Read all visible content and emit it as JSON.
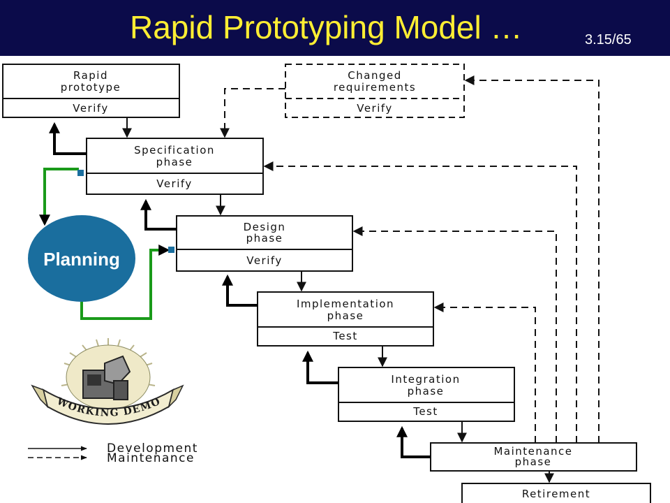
{
  "slide": {
    "title": "Rapid Prototyping Model …",
    "page_number": "3.15/65"
  },
  "diagram": {
    "rapid_prototype": {
      "name": "Rapid\nprototype",
      "check": "Verify"
    },
    "changed_requirements": {
      "name": "Changed\nrequirements",
      "check": "Verify"
    },
    "specification": {
      "name": "Specification\nphase",
      "check": "Verify"
    },
    "design": {
      "name": "Design\nphase",
      "check": "Verify"
    },
    "implementation": {
      "name": "Implementation\nphase",
      "check": "Test"
    },
    "integration": {
      "name": "Integration\nphase",
      "check": "Test"
    },
    "maintenance": {
      "name": "Maintenance\nphase"
    },
    "retirement": {
      "name": "Retirement"
    },
    "planning_label": "Planning",
    "badge_text": "WORKING DEMO",
    "legend": {
      "development": "Development",
      "maintenance": "Maintenance"
    }
  },
  "colors": {
    "header_background": "#0b0b4a",
    "title_color": "#ffee33",
    "planning_fill": "#1a6e9e",
    "planning_arrow": "#1a9a1a",
    "square_marker": "#1a6e9e"
  }
}
